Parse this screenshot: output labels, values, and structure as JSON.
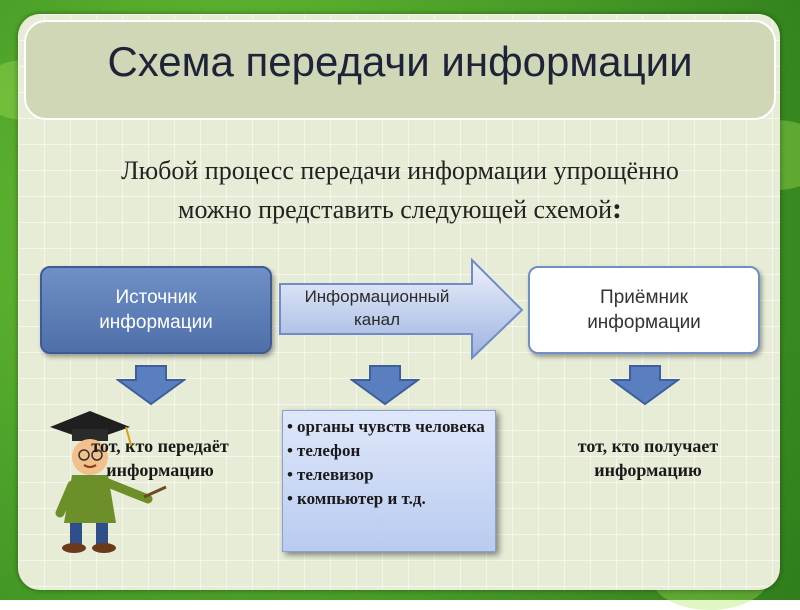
{
  "title": "Схема передачи информации",
  "subtitle": {
    "line1": "Любой процесс передачи информации упрощённо",
    "line2": "можно представить следующей схемой",
    "colon": ":"
  },
  "source": {
    "line1": "Источник",
    "line2": "информации",
    "note_line1": "тот, кто передаёт",
    "note_line2": "информацию"
  },
  "channel": {
    "line1": "Информационный",
    "line2": "канал",
    "items": [
      "органы чувств человека",
      "телефон",
      "телевизор",
      "компьютер и т.д."
    ]
  },
  "receiver": {
    "line1": "Приёмник",
    "line2": "информации",
    "note_line1": "тот, кто получает",
    "note_line2": "информацию"
  },
  "colors": {
    "source_fill": "#5f7fb8",
    "arrow_fill": "#9db3e0",
    "down_arrow_fill": "#5a7fc0",
    "background_green": "#4fa52a"
  },
  "icons": [
    "scholar-character-image",
    "right-arrow",
    "down-arrow"
  ]
}
